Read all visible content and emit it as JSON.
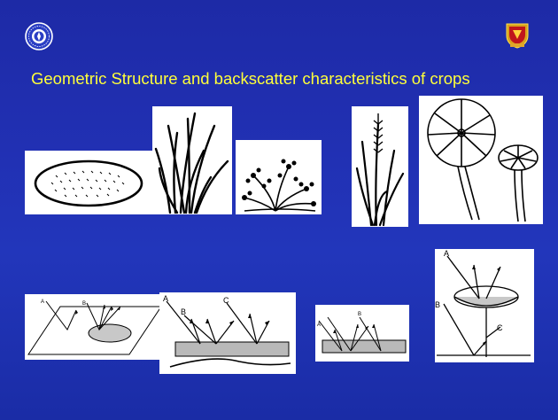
{
  "slide": {
    "title": "Geometric Structure and backscatter characteristics of crops",
    "background_color": "#2130b3",
    "title_color": "#ffff3a"
  },
  "logos": {
    "left": "university-seal-logo",
    "right": "university-crest-logo"
  },
  "diagrams": {
    "flat_field": {
      "ray_labels": [
        "A",
        "B"
      ]
    },
    "stem_layer": {
      "ray_labels": [
        "A",
        "B",
        "C"
      ]
    },
    "thin_layer": {
      "ray_labels": [
        "A",
        "B"
      ]
    },
    "lotus_leaf": {
      "ray_labels": [
        "A",
        "B",
        "C"
      ]
    }
  }
}
